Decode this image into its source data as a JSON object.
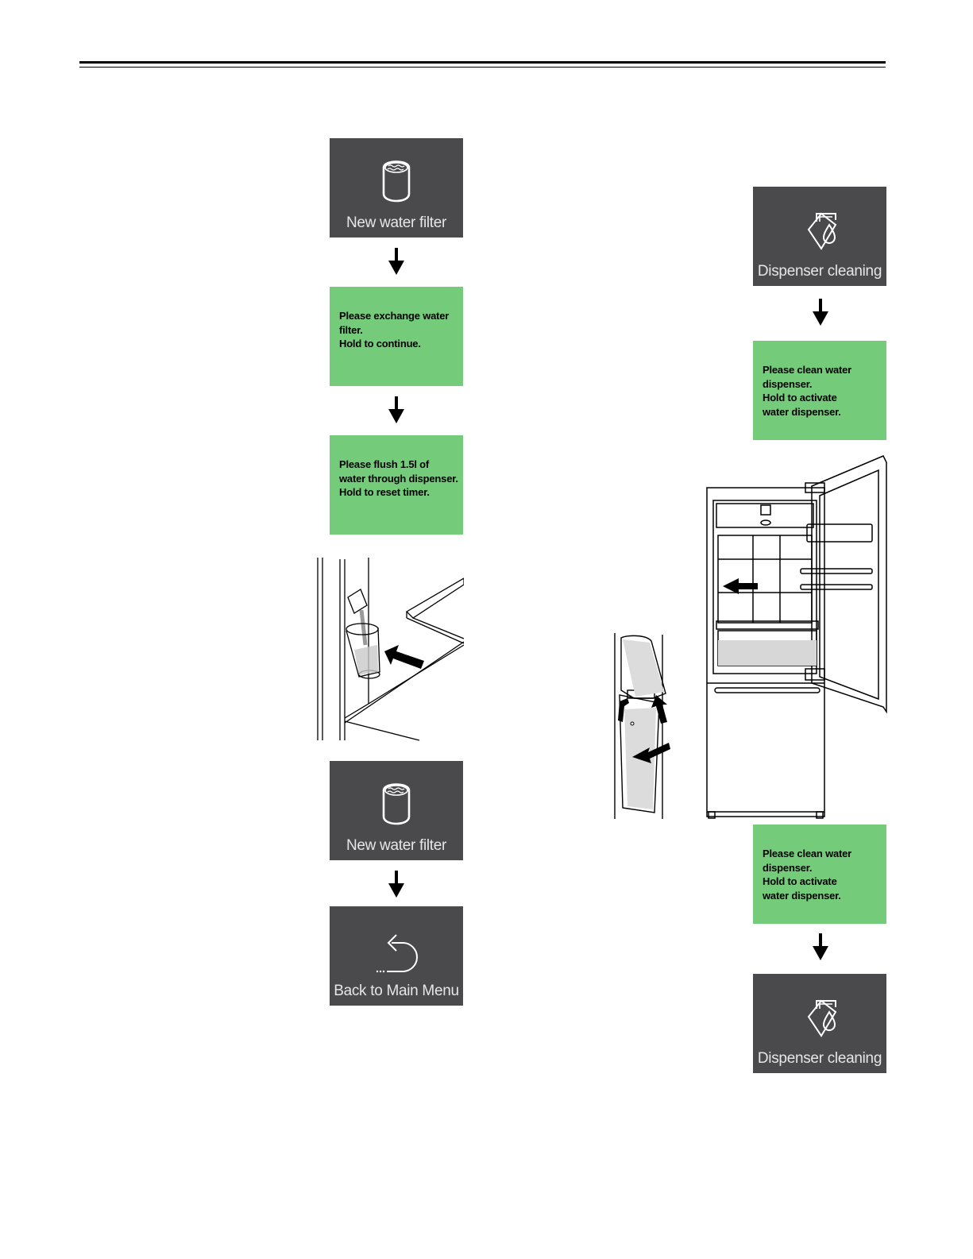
{
  "left_flow": {
    "panel1": {
      "label": "New water filter",
      "icon": "water-filter-icon"
    },
    "panel2": {
      "lines": [
        "Please exchange water",
        "filter.",
        "Hold to continue."
      ]
    },
    "panel3": {
      "lines": [
        "Please flush 1.5l of",
        "water through dispenser.",
        "Hold to reset timer."
      ]
    },
    "panel4": {
      "label": "New water filter",
      "icon": "water-filter-icon"
    },
    "panel5": {
      "label": "Back to Main Menu",
      "icon": "back-arrow-icon"
    }
  },
  "right_flow": {
    "panel1": {
      "label": "Dispenser cleaning",
      "icon": "dispenser-cleaning-icon"
    },
    "panel2": {
      "lines": [
        "Please clean water",
        "dispenser.",
        "Hold to activate",
        "water dispenser."
      ]
    },
    "panel3": {
      "lines": [
        "Please clean water",
        "dispenser.",
        "Hold to activate",
        "water dispenser."
      ]
    },
    "panel4": {
      "label": "Dispenser cleaning",
      "icon": "dispenser-cleaning-icon"
    }
  },
  "colors": {
    "dark_panel": "#4a4a4c",
    "green_panel": "#74cc7b",
    "panel_label": "#e6e6e6"
  }
}
